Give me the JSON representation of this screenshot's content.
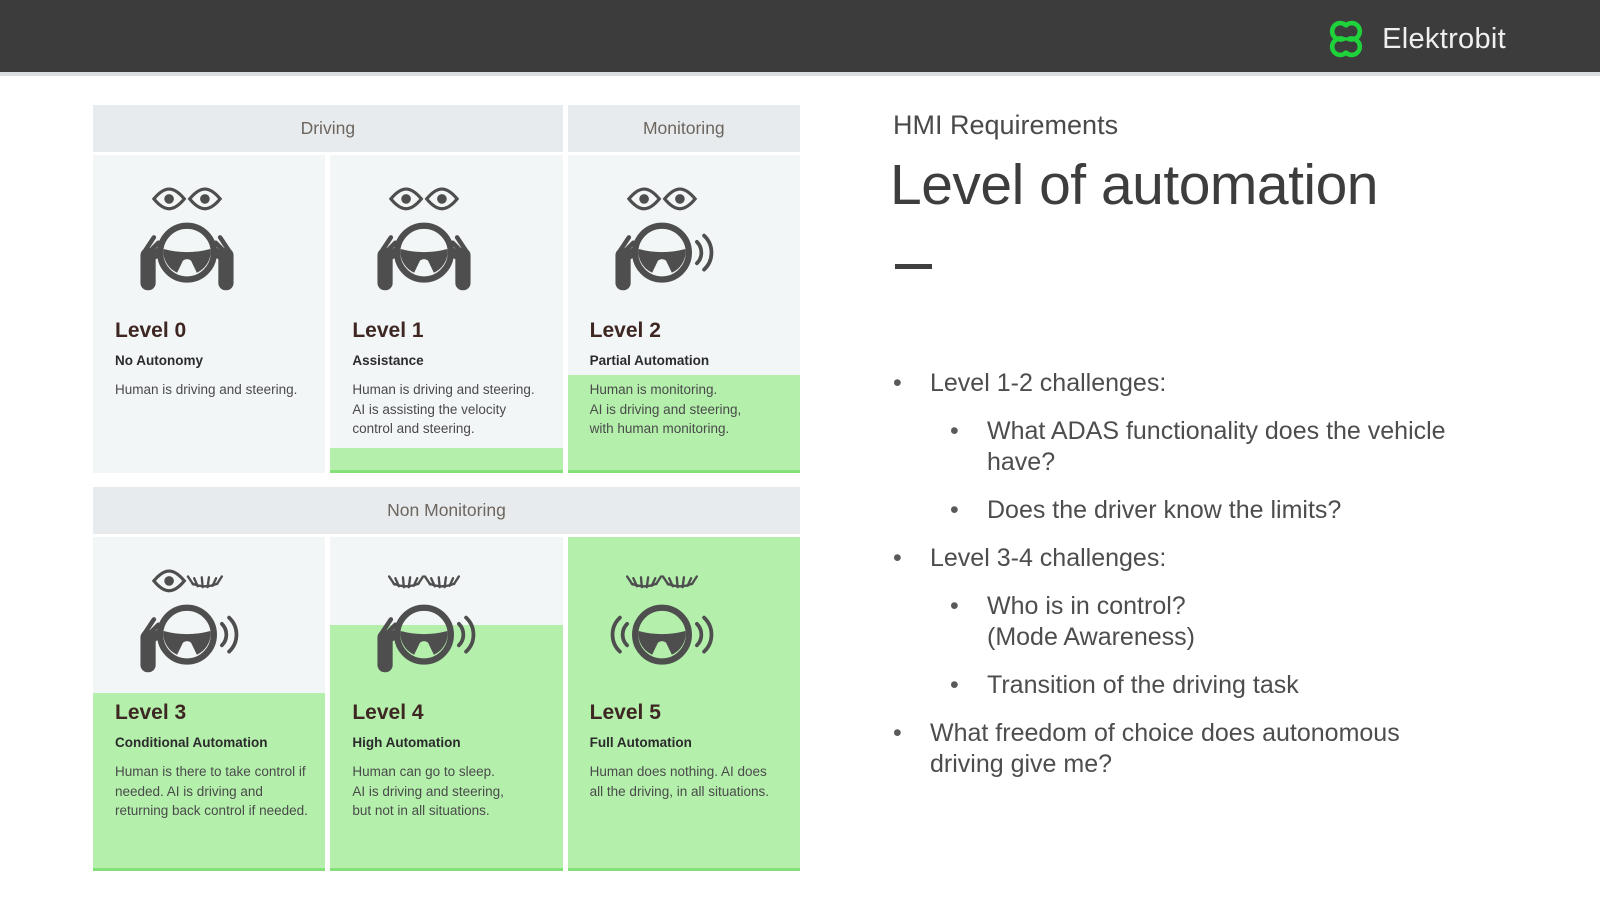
{
  "topbar": {
    "brand_name": "Elektrobit"
  },
  "slide": {
    "kicker": "HMI Requirements",
    "title": "Level of automation"
  },
  "diagram": {
    "groups": [
      {
        "label": "Driving"
      },
      {
        "label": "Monitoring"
      },
      {
        "label": "Non Monitoring"
      }
    ],
    "levels": [
      {
        "title": "Level 0",
        "subtitle": "No Autonomy",
        "desc": "Human is driving and steering.",
        "icon": "two-open-eyes-steering-wheel-two-hands",
        "highlight": "none"
      },
      {
        "title": "Level 1",
        "subtitle": "Assistance",
        "desc": "Human is driving and steering.\nAI is assisting the velocity\ncontrol and steering.",
        "icon": "two-open-eyes-steering-wheel-two-hands",
        "highlight": "bottom-strip"
      },
      {
        "title": "Level 2",
        "subtitle": "Partial Automation",
        "desc": "Human is monitoring.\nAI is driving and steering,\nwith human monitoring.",
        "icon": "two-open-eyes-steering-wheel-one-hand-waves-right",
        "highlight": "lower-third"
      },
      {
        "title": "Level 3",
        "subtitle": "Conditional Automation",
        "desc": "Human is there to take control if\nneeded. AI is driving and\nreturning back control if needed.",
        "icon": "open-and-closed-eye-steering-wheel-one-hand-waves-right",
        "highlight": "lower-half"
      },
      {
        "title": "Level 4",
        "subtitle": "High Automation",
        "desc": "Human can go to sleep.\nAI is driving and steering,\nbut not in all situations.",
        "icon": "two-closed-eyes-steering-wheel-one-hand-waves-right",
        "highlight": "lower-two-thirds"
      },
      {
        "title": "Level 5",
        "subtitle": "Full Automation",
        "desc": "Human does nothing. AI does\nall the driving, in all situations.",
        "icon": "two-closed-eyes-steering-wheel-no-hands-waves-both-sides",
        "highlight": "full"
      }
    ]
  },
  "bullets": [
    {
      "level": 1,
      "text": "Level 1-2 challenges:"
    },
    {
      "level": 2,
      "text": "What ADAS functionality does the vehicle have?"
    },
    {
      "level": 2,
      "text": "Does the driver know the limits?"
    },
    {
      "level": 1,
      "text": "Level 3-4 challenges:"
    },
    {
      "level": 2,
      "text": "Who is in control?\n(Mode Awareness)"
    },
    {
      "level": 2,
      "text": "Transition of the driving task"
    },
    {
      "level": 1,
      "text": "What freedom of choice does autonomous driving give me?"
    }
  ],
  "ui": {
    "bullet_glyph": "•"
  },
  "colors": {
    "topbar_bg": "#3c3c3c",
    "logo_green": "#1fd13b",
    "card_bg": "#f3f6f7",
    "band_bg": "#e7ebee",
    "green_fill": "#b4f0ac",
    "green_border": "#86e07a",
    "title_brown": "#3e2723",
    "icon_gray": "#4e4e4e"
  }
}
